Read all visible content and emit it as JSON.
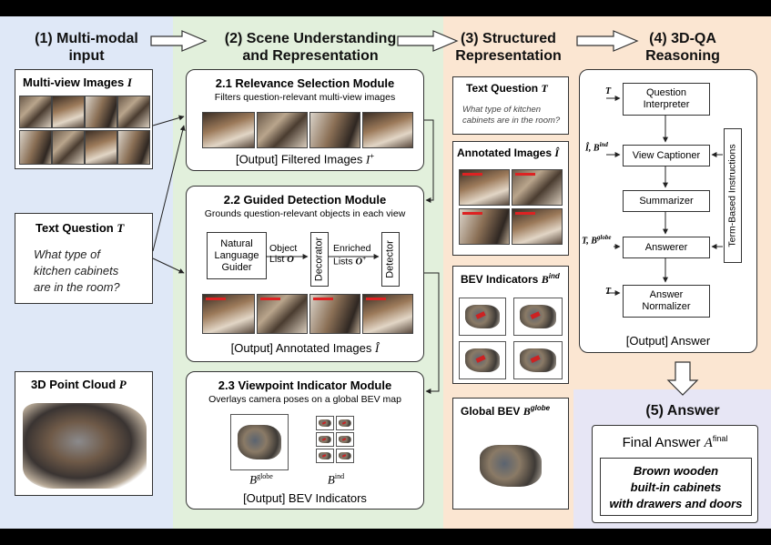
{
  "stages": {
    "s1": {
      "line1": "(1) Multi-modal",
      "line2": "input"
    },
    "s2": {
      "line1": "(2) Scene Understanding",
      "line2": "and Representation"
    },
    "s3": {
      "line1": "(3) Structured",
      "line2": "Representation"
    },
    "s4": {
      "line1": "(4) 3D-QA",
      "line2": "Reasoning"
    },
    "s5": "(5) Answer"
  },
  "input": {
    "images_title": "Multi-view Images",
    "images_sym": "I",
    "question_title": "Text Question",
    "question_sym": "T",
    "question_text": [
      "What type of",
      "kitchen cabinets",
      "are in the room?"
    ],
    "pointcloud_title": "3D Point Cloud",
    "pointcloud_sym": "P"
  },
  "module21": {
    "title": "2.1 Relevance Selection Module",
    "desc": "Filters question-relevant multi-view images",
    "output": "[Output] Filtered Images",
    "output_sym": "I",
    "output_sup": "+"
  },
  "module22": {
    "title": "2.2 Guided Detection Module",
    "desc": "Grounds question-relevant objects in each view",
    "guider": [
      "Natural",
      "Language",
      "Guider"
    ],
    "obj_label": [
      "Object",
      "List"
    ],
    "obj_sym": "O",
    "decorator": "Decorator",
    "enriched_label": [
      "Enriched",
      "Lists"
    ],
    "enriched_sym": "O",
    "enriched_sup": "+",
    "detector": "Detector",
    "output": "[Output] Annotated Images",
    "output_sym": "Î"
  },
  "module23": {
    "title": "2.3 Viewpoint Indicator Module",
    "desc": "Overlays camera poses on a global BEV map",
    "bglobe_sym": "B",
    "bglobe_sup": "globe",
    "bind_sym": "B",
    "bind_sup": "ind",
    "output": "[Output] BEV Indicators"
  },
  "structured": {
    "tq_title": "Text Question",
    "tq_sym": "T",
    "tq_text": [
      "What type of kitchen",
      "cabinets are in the room?"
    ],
    "ai_title": "Annotated Images",
    "ai_sym": "Î",
    "bev_title": "BEV Indicators",
    "bev_sym": "B",
    "bev_sup": "ind",
    "gbev_title": "Global BEV",
    "gbev_sym": "B",
    "gbev_sup": "globe"
  },
  "reasoning": {
    "question_interpreter": [
      "Question",
      "Interpreter"
    ],
    "view_captioner": "View Captioner",
    "summarizer": "Summarizer",
    "answerer": "Answerer",
    "answer_normalizer": [
      "Answer",
      "Normalizer"
    ],
    "term_based": "Term-Based Instructions",
    "in_t1": "T",
    "in_vc": "Î, B",
    "in_vc_sup": "ind",
    "in_ans": "T, B",
    "in_ans_sup": "globe",
    "in_t2": "T",
    "output": "[Output] Answer"
  },
  "answer": {
    "label": "Final Answer",
    "sym": "A",
    "sup": "final",
    "text": [
      "Brown wooden",
      "built-in cabinets",
      "with drawers and doors"
    ]
  },
  "colors": {
    "blue": "#dfe8f7",
    "green": "#e2f0dc",
    "peach": "#fbe6d2",
    "lavender": "#e7e6f5"
  }
}
